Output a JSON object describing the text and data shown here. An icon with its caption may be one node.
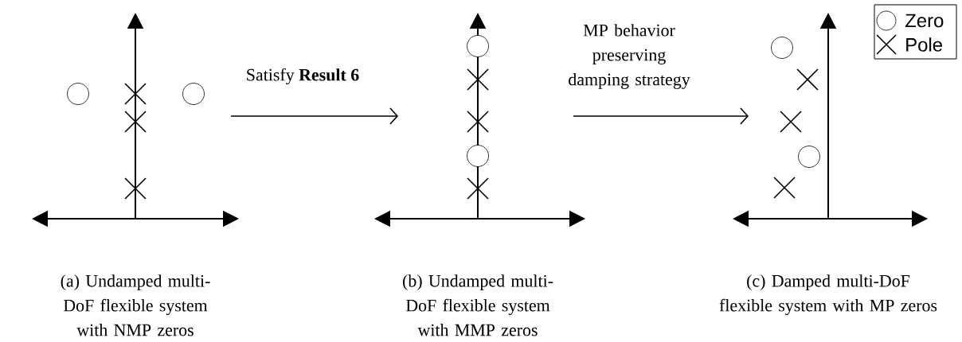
{
  "diagram": {
    "nodes": [
      {
        "text": [
          "(a) Undamped multi-DoF flexible system with NMP zeros"
        ]
      },
      {
        "text": [
          "(b) Undamped multi-DoF flexible system with MMP zeros"
        ]
      },
      {
        "text": [
          "(c) Damped multi-DoF flexible system with MP zeros"
        ]
      }
    ],
    "edges": [
      {
        "from": 0,
        "to": 1,
        "arrow": "to",
        "label": "Satisfy **Result 6**"
      },
      {
        "from": 1,
        "to": 2,
        "arrow": "to",
        "label": "MP behavior preserving damping strategy"
      }
    ],
    "legend": [
      {
        "text": "Zero"
      },
      {
        "text": "Pole"
      }
    ]
  }
}
